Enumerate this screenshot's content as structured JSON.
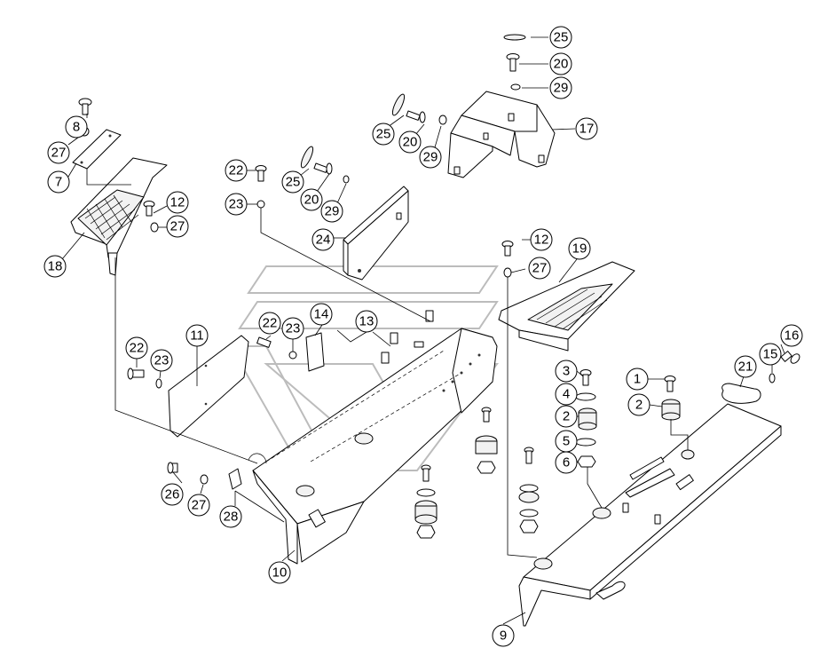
{
  "diagram": {
    "callout_color": "#000000",
    "callouts": [
      {
        "id": "c25a",
        "label": "25"
      },
      {
        "id": "c20a",
        "label": "20"
      },
      {
        "id": "c29a",
        "label": "29"
      },
      {
        "id": "c17",
        "label": "17"
      },
      {
        "id": "c25b",
        "label": "25"
      },
      {
        "id": "c20b",
        "label": "20"
      },
      {
        "id": "c29b",
        "label": "29"
      },
      {
        "id": "c8",
        "label": "8"
      },
      {
        "id": "c27a",
        "label": "27"
      },
      {
        "id": "c7",
        "label": "7"
      },
      {
        "id": "c12a",
        "label": "12"
      },
      {
        "id": "c27b",
        "label": "27"
      },
      {
        "id": "c18",
        "label": "18"
      },
      {
        "id": "c22a",
        "label": "22"
      },
      {
        "id": "c25c",
        "label": "25"
      },
      {
        "id": "c20c",
        "label": "20"
      },
      {
        "id": "c29c",
        "label": "29"
      },
      {
        "id": "c23a",
        "label": "23"
      },
      {
        "id": "c24",
        "label": "24"
      },
      {
        "id": "c12b",
        "label": "12"
      },
      {
        "id": "c19",
        "label": "19"
      },
      {
        "id": "c27c",
        "label": "27"
      },
      {
        "id": "c14",
        "label": "14"
      },
      {
        "id": "c13",
        "label": "13"
      },
      {
        "id": "c22b",
        "label": "22"
      },
      {
        "id": "c23b",
        "label": "23"
      },
      {
        "id": "c11",
        "label": "11"
      },
      {
        "id": "c22c",
        "label": "22"
      },
      {
        "id": "c23c",
        "label": "23"
      },
      {
        "id": "c3",
        "label": "3"
      },
      {
        "id": "c4",
        "label": "4"
      },
      {
        "id": "c2a",
        "label": "2"
      },
      {
        "id": "c5",
        "label": "5"
      },
      {
        "id": "c6",
        "label": "6"
      },
      {
        "id": "c1",
        "label": "1"
      },
      {
        "id": "c2b",
        "label": "2"
      },
      {
        "id": "c21",
        "label": "21"
      },
      {
        "id": "c15",
        "label": "15"
      },
      {
        "id": "c16",
        "label": "16"
      },
      {
        "id": "c26",
        "label": "26"
      },
      {
        "id": "c27d",
        "label": "27"
      },
      {
        "id": "c28",
        "label": "28"
      },
      {
        "id": "c10",
        "label": "10"
      },
      {
        "id": "c9",
        "label": "9"
      }
    ]
  }
}
